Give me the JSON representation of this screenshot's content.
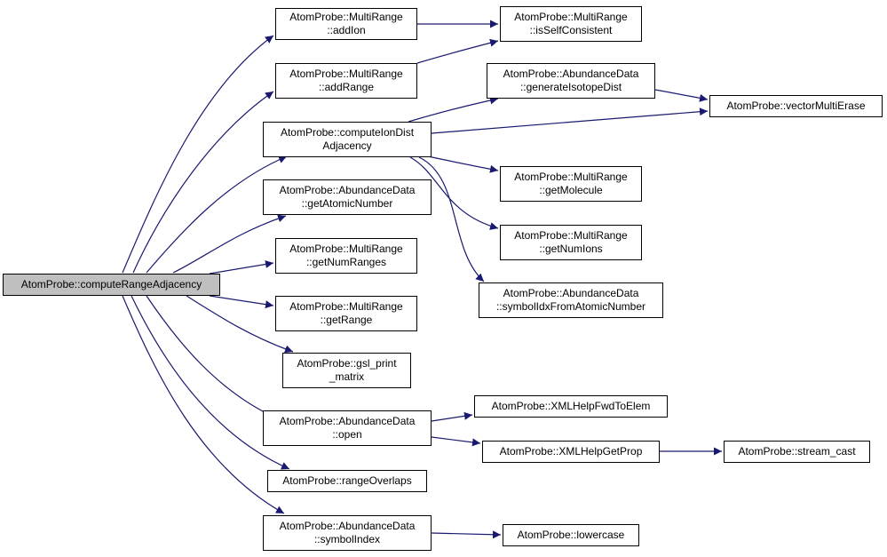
{
  "graph": {
    "edge_color": "#191970",
    "root_fill": "#bfbfbf",
    "nodes": {
      "root": [
        "AtomProbe::computeRangeAdjacency"
      ],
      "addIon": [
        "AtomProbe::MultiRange",
        "::addIon"
      ],
      "addRange": [
        "AtomProbe::MultiRange",
        "::addRange"
      ],
      "computeIonDist": [
        "AtomProbe::computeIonDist",
        "Adjacency"
      ],
      "getAtomicNumber": [
        "AtomProbe::AbundanceData",
        "::getAtomicNumber"
      ],
      "getNumRanges": [
        "AtomProbe::MultiRange",
        "::getNumRanges"
      ],
      "getRange": [
        "AtomProbe::MultiRange",
        "::getRange"
      ],
      "gslPrint": [
        "AtomProbe::gsl_print",
        "_matrix"
      ],
      "open": [
        "AtomProbe::AbundanceData",
        "::open"
      ],
      "rangeOverlaps": [
        "AtomProbe::rangeOverlaps"
      ],
      "symbolIndex": [
        "AtomProbe::AbundanceData",
        "::symbolIndex"
      ],
      "isSelfConsistent": [
        "AtomProbe::MultiRange",
        "::isSelfConsistent"
      ],
      "generateIsotopeDist": [
        "AtomProbe::AbundanceData",
        "::generateIsotopeDist"
      ],
      "getMolecule": [
        "AtomProbe::MultiRange",
        "::getMolecule"
      ],
      "getNumIons": [
        "AtomProbe::MultiRange",
        "::getNumIons"
      ],
      "symbolIdxFromAtomicNumber": [
        "AtomProbe::AbundanceData",
        "::symbolIdxFromAtomicNumber"
      ],
      "xmlFwd": [
        "AtomProbe::XMLHelpFwdToElem"
      ],
      "xmlGetProp": [
        "AtomProbe::XMLHelpGetProp"
      ],
      "lowercase": [
        "AtomProbe::lowercase"
      ],
      "vectorMultiErase": [
        "AtomProbe::vectorMultiErase"
      ],
      "streamCast": [
        "AtomProbe::stream_cast"
      ]
    }
  }
}
